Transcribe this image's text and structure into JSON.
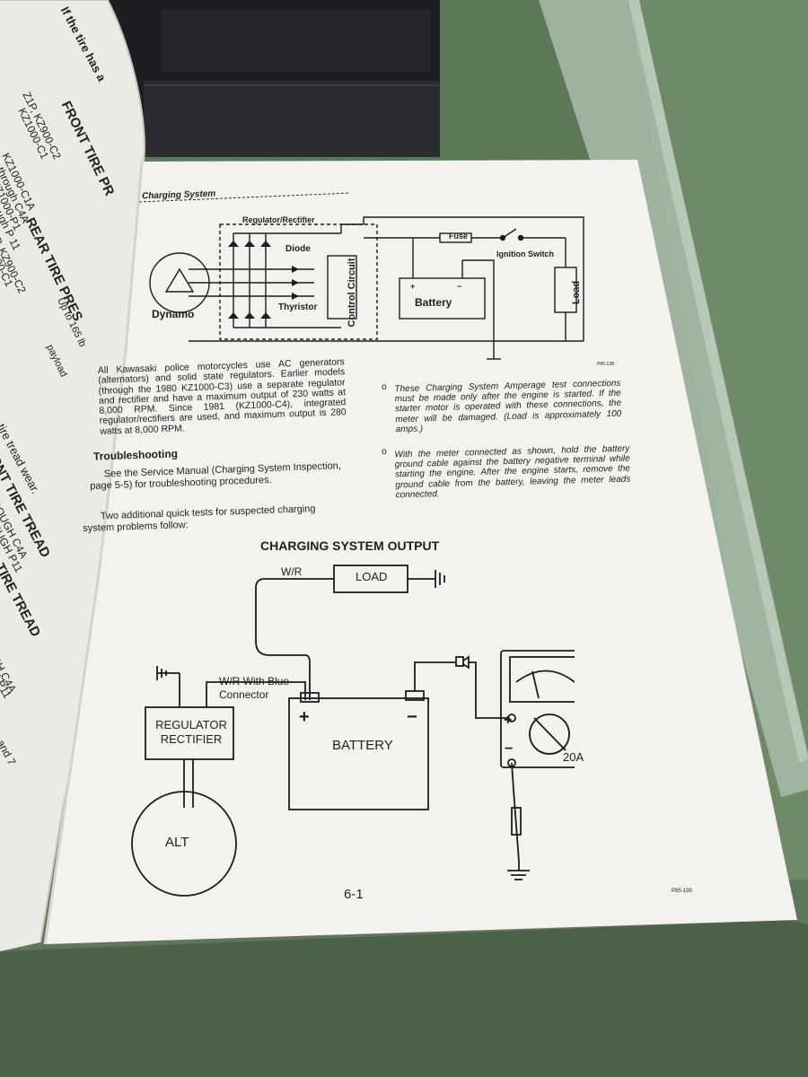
{
  "scene": {
    "colors": {
      "table_top": "#5f7a5c",
      "felt_green": "#6f8a68",
      "binder": "#1e1e22",
      "page": "#f3f2ee",
      "ink": "#1f1f1f",
      "plastic": "#a9bcab"
    }
  },
  "manual_page": {
    "section_header": "Charging System",
    "wiring_diagram": {
      "labels": {
        "regulator_rectifier": "Regulator/Rectifier",
        "diode": "Diode",
        "thyristor": "Thyristor",
        "control_circuit": "Control Circuit",
        "dynamo": "Dynamo",
        "fuse": "Fuse",
        "ignition_switch": "Ignition Switch",
        "battery": "Battery",
        "load": "Load",
        "plus": "+",
        "minus": "−",
        "ref": "P85-138"
      }
    },
    "intro_paragraph": "All Kawasaki police motorcycles use AC generators (alternators) and solid state regulators. Earlier models (through the 1980 KZ1000-C3) use a separate regulator and rectifier and have a maximum output of 230 watts at 8,000 RPM. Since 1981 (KZ1000-C4), integrated regulator/rectifiers are used, and maximum output is 280 watts at 8,000 RPM.",
    "troubleshooting_heading": "Troubleshooting",
    "troubleshooting_text": "See the Service Manual (Charging System Inspection, page 5-5) for troubleshooting procedures.",
    "quick_tests_text": "Two additional quick tests for suspected charging system problems follow:",
    "bullet_1": "These Charging System Amperage test connections must be made only after the engine is started. If the starter motor is operated with these connections, the meter will be damaged. (Load is approximately 100 amps.)",
    "bullet_2": "With the meter connected as shown, hold the battery ground cable against the battery negative terminal while starting the engine. After the engine starts, remove the ground cable from the battery, leaving the meter leads connected.",
    "output_diagram": {
      "title": "CHARGING SYSTEM OUTPUT",
      "wire_wr": "W/R",
      "load": "LOAD",
      "wire_wr_blue": "W/R With Blue Connector",
      "regulator_rectifier": "REGULATOR RECTIFIER",
      "battery": "BATTERY",
      "plus": "+",
      "minus": "−",
      "alt": "ALT",
      "meter_range": "20A"
    },
    "page_number": "6-1",
    "figure_ref": "P85-139"
  },
  "left_page_fragments": [
    "If the tire has a",
    "FRONT TIRE PR",
    "Z1P, KZ900-C2",
    "KZ1000-C1",
    "KZ1000-C1A",
    "through C4A",
    "KZ1000-P1",
    "through P 11",
    "REAR TIRE PRES",
    "P, KZ900-C2",
    "000-C1",
    "Up to 165 lb",
    "payload",
    "e tire tread wear.",
    "ONT TIRE TREAD",
    "ROUGH C4A",
    "ROUGH P11",
    "TIRE TREAD",
    "GH C4A",
    "H P11",
    "6, and 7"
  ]
}
